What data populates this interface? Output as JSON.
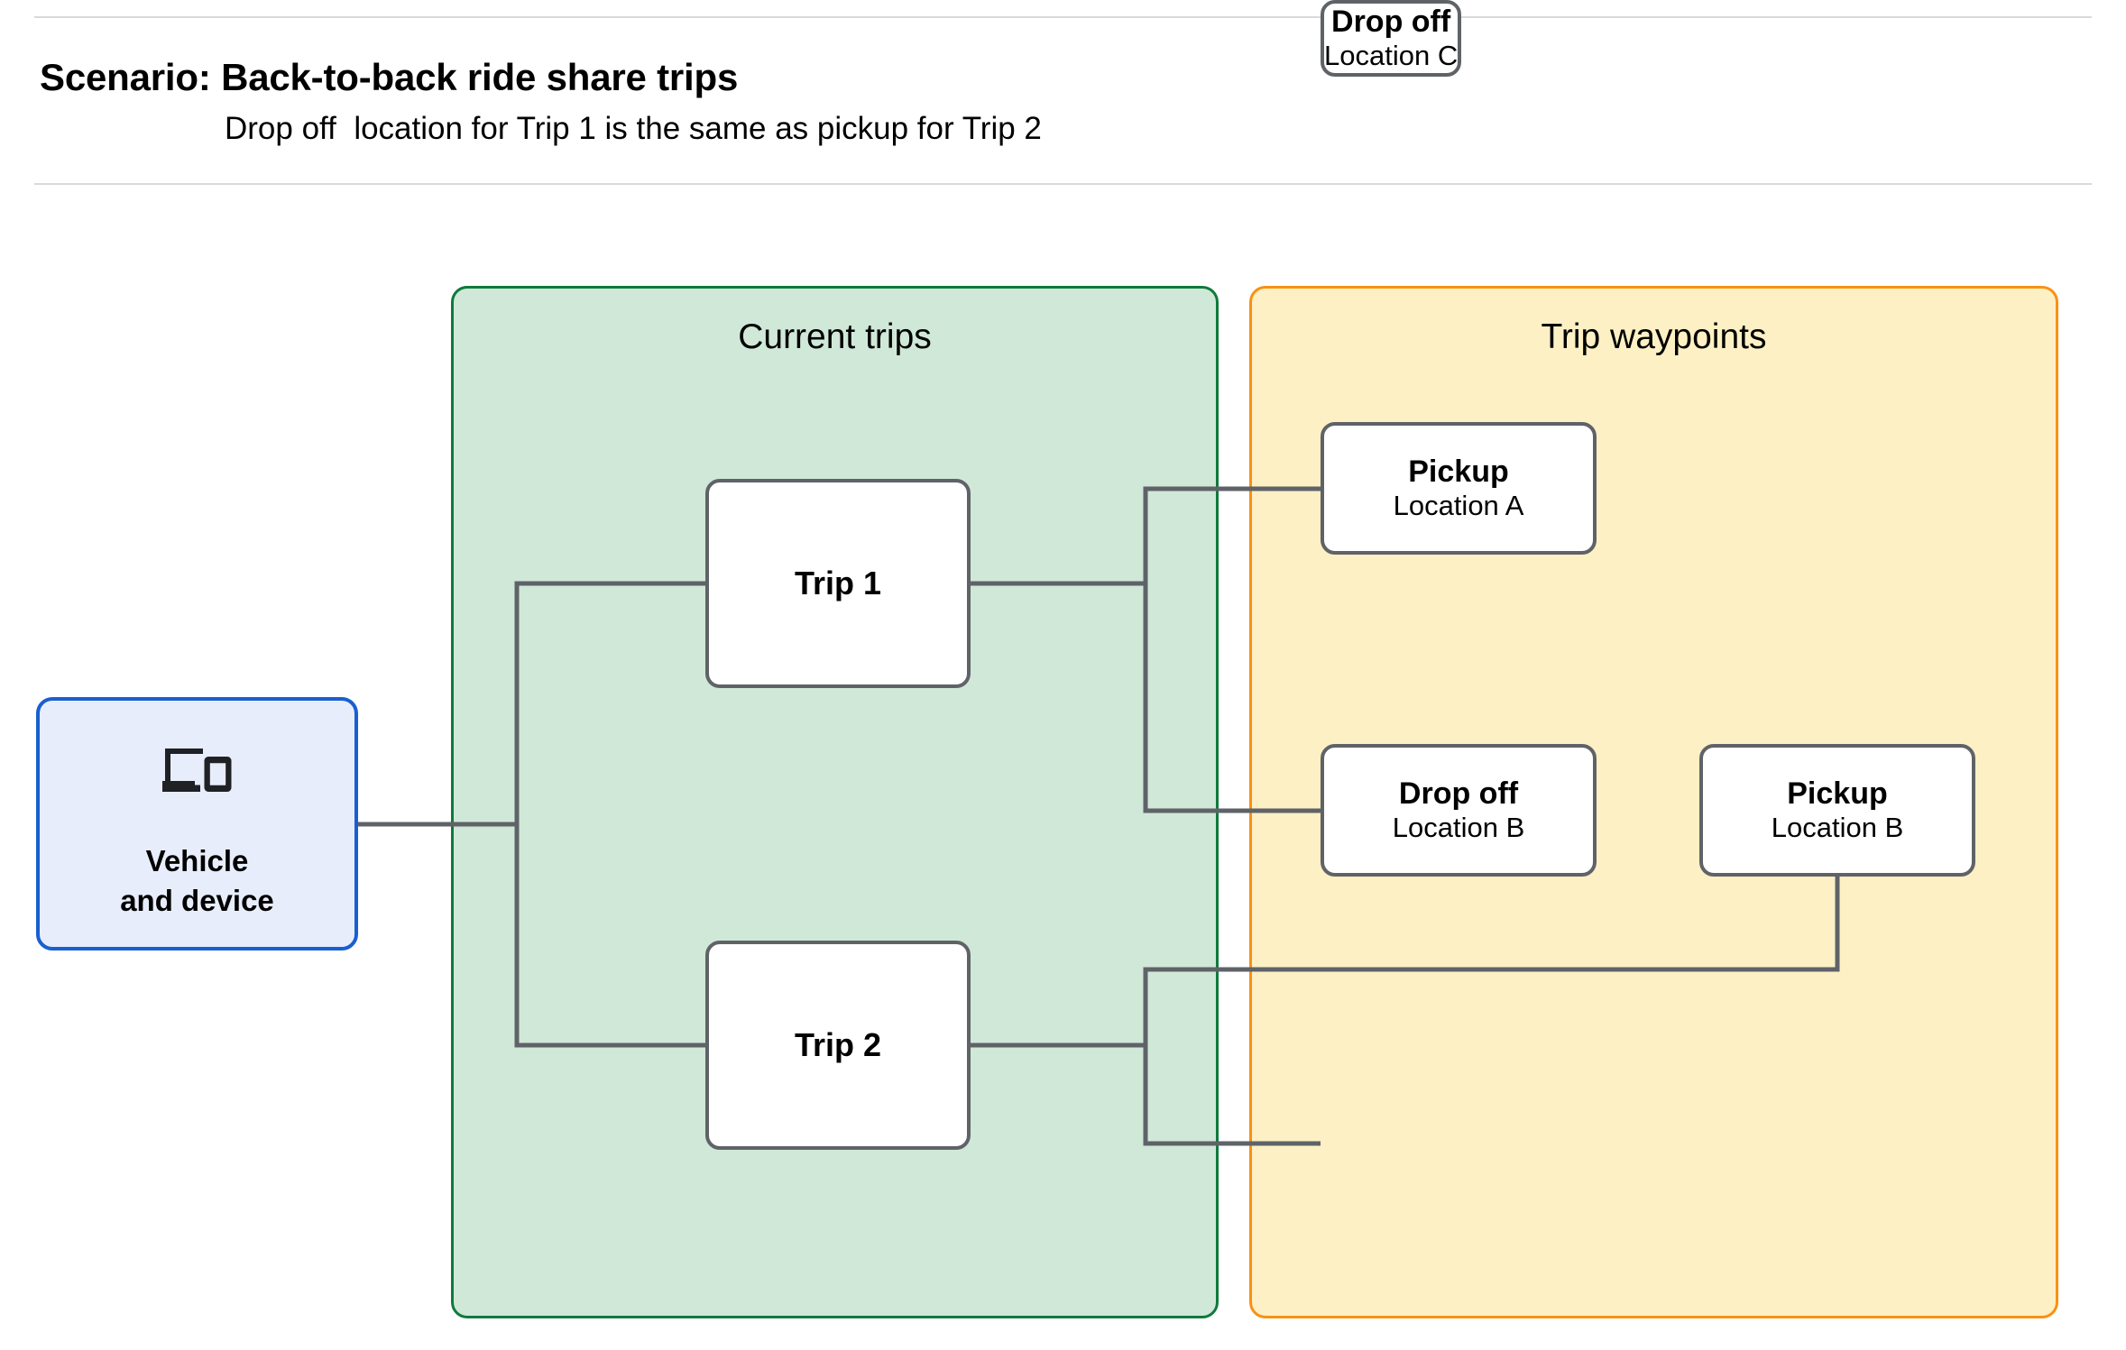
{
  "header": {
    "title": "Scenario: Back-to-back ride share trips",
    "subtitle": "Drop off  location for Trip 1 is the same as pickup for Trip 2"
  },
  "panels": {
    "current_trips": {
      "title": "Current trips",
      "fill": "#d0e8d8",
      "border": "#0f7a3d"
    },
    "trip_waypoints": {
      "title": "Trip waypoints",
      "fill": "#fdf0c4",
      "border": "#f99113"
    }
  },
  "nodes": {
    "vehicle": {
      "icon": "devices-icon",
      "label_line1": "Vehicle",
      "label_line2": "and device",
      "fill": "#e8edfb",
      "border": "#1a5fd0"
    },
    "trip_1": {
      "label": "Trip 1"
    },
    "trip_2": {
      "label": "Trip 2"
    },
    "pickup_a": {
      "title": "Pickup",
      "subtitle": "Location A"
    },
    "dropoff_b": {
      "title": "Drop off",
      "subtitle": "Location B"
    },
    "pickup_b": {
      "title": "Pickup",
      "subtitle": "Location B"
    },
    "dropoff_c": {
      "title": "Drop off",
      "subtitle": "Location C"
    }
  },
  "connectors": {
    "stroke": "#5f6368",
    "edges": [
      "vehicle-to-trunk",
      "trunk-to-trip-1",
      "trunk-to-trip-2",
      "trip-1-to-pickup-a",
      "trip-1-to-dropoff-b",
      "trip-2-to-pickup-b",
      "trip-2-to-dropoff-c"
    ]
  }
}
